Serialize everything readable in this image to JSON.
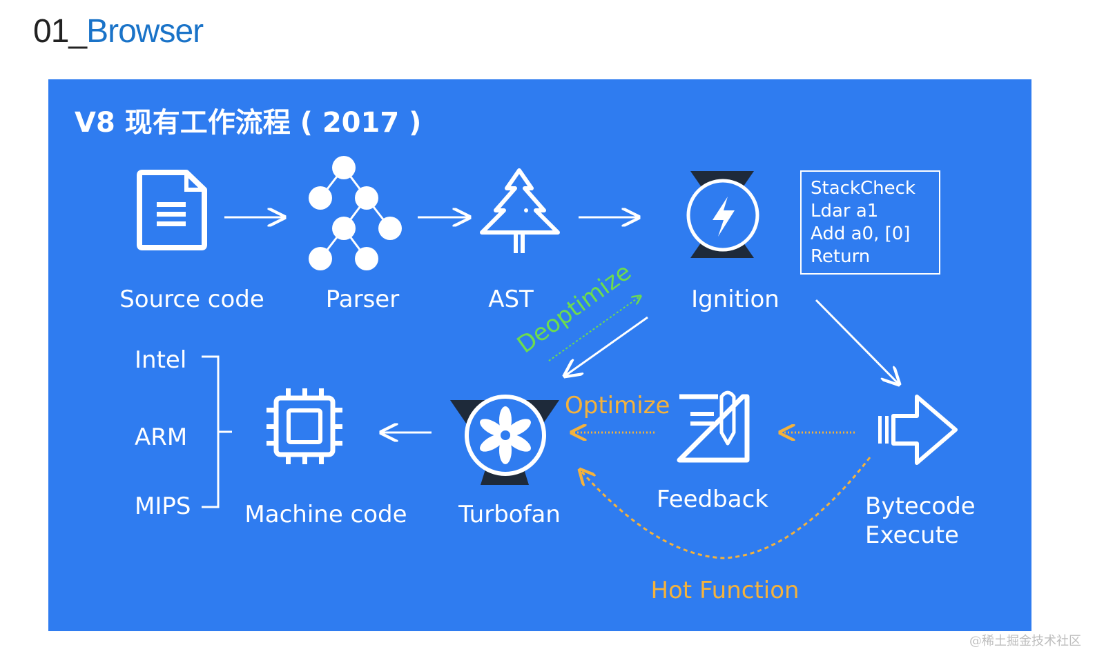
{
  "slide": {
    "number": "01_",
    "title": "Browser"
  },
  "panel": {
    "title": "V8 现有工作流程 ( 2017 )"
  },
  "nodes": {
    "source_code": "Source code",
    "parser": "Parser",
    "ast": "AST",
    "ignition": "Ignition",
    "turbofan": "Turbofan",
    "feedback": "Feedback",
    "bytecode_line1": "Bytecode",
    "bytecode_line2": "Execute",
    "machine_code": "Machine code"
  },
  "bytecode_box": [
    "StackCheck",
    "Ldar a1",
    "Add a0, [0]",
    "Return"
  ],
  "architectures": [
    "Intel",
    "ARM",
    "MIPS"
  ],
  "edge_labels": {
    "deoptimize": "Deoptimize",
    "optimize": "Optimize",
    "hot_function": "Hot Function"
  },
  "watermark": "@稀土掘金技术社区",
  "colors": {
    "panel_bg": "#2f7cf0",
    "accent_orange": "#f4b23c",
    "accent_green": "#6ddc4e",
    "title_blue": "#1a73c8"
  }
}
